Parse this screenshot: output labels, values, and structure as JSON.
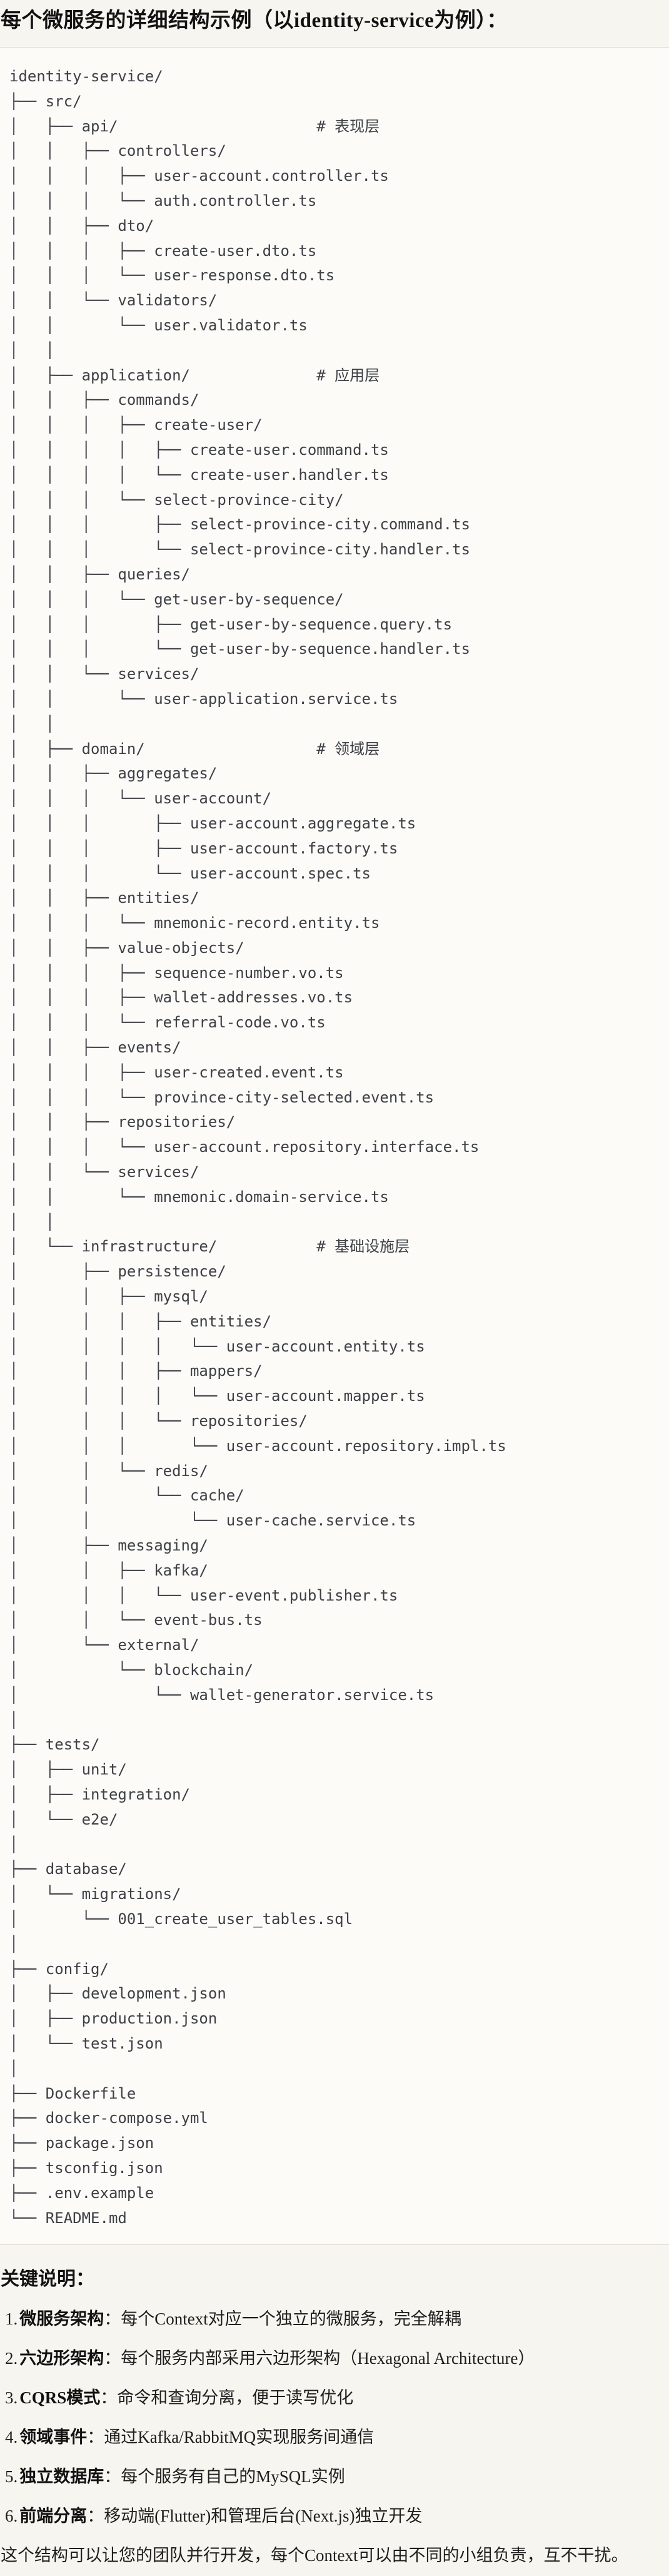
{
  "title": "每个微服务的详细结构示例（以identity-service为例）：",
  "colors": {
    "page_background": "#f7f5f0",
    "code_background": "#fcfbf8",
    "code_border": "#ddd9d2",
    "code_text": "#3d4045",
    "heading_text": "#121212"
  },
  "code": {
    "lines": [
      "identity-service/",
      "├── src/",
      "│   ├── api/                      # 表现层",
      "│   │   ├── controllers/",
      "│   │   │   ├── user-account.controller.ts",
      "│   │   │   └── auth.controller.ts",
      "│   │   ├── dto/",
      "│   │   │   ├── create-user.dto.ts",
      "│   │   │   └── user-response.dto.ts",
      "│   │   └── validators/",
      "│   │       └── user.validator.ts",
      "│   │",
      "│   ├── application/              # 应用层",
      "│   │   ├── commands/",
      "│   │   │   ├── create-user/",
      "│   │   │   │   ├── create-user.command.ts",
      "│   │   │   │   └── create-user.handler.ts",
      "│   │   │   └── select-province-city/",
      "│   │   │       ├── select-province-city.command.ts",
      "│   │   │       └── select-province-city.handler.ts",
      "│   │   ├── queries/",
      "│   │   │   └── get-user-by-sequence/",
      "│   │   │       ├── get-user-by-sequence.query.ts",
      "│   │   │       └── get-user-by-sequence.handler.ts",
      "│   │   └── services/",
      "│   │       └── user-application.service.ts",
      "│   │",
      "│   ├── domain/                   # 领域层",
      "│   │   ├── aggregates/",
      "│   │   │   └── user-account/",
      "│   │   │       ├── user-account.aggregate.ts",
      "│   │   │       ├── user-account.factory.ts",
      "│   │   │       └── user-account.spec.ts",
      "│   │   ├── entities/",
      "│   │   │   └── mnemonic-record.entity.ts",
      "│   │   ├── value-objects/",
      "│   │   │   ├── sequence-number.vo.ts",
      "│   │   │   ├── wallet-addresses.vo.ts",
      "│   │   │   └── referral-code.vo.ts",
      "│   │   ├── events/",
      "│   │   │   ├── user-created.event.ts",
      "│   │   │   └── province-city-selected.event.ts",
      "│   │   ├── repositories/",
      "│   │   │   └── user-account.repository.interface.ts",
      "│   │   └── services/",
      "│   │       └── mnemonic.domain-service.ts",
      "│   │",
      "│   └── infrastructure/           # 基础设施层",
      "│       ├── persistence/",
      "│       │   ├── mysql/",
      "│       │   │   ├── entities/",
      "│       │   │   │   └── user-account.entity.ts",
      "│       │   │   ├── mappers/",
      "│       │   │   │   └── user-account.mapper.ts",
      "│       │   │   └── repositories/",
      "│       │   │       └── user-account.repository.impl.ts",
      "│       │   └── redis/",
      "│       │       └── cache/",
      "│       │           └── user-cache.service.ts",
      "│       ├── messaging/",
      "│       │   ├── kafka/",
      "│       │   │   └── user-event.publisher.ts",
      "│       │   └── event-bus.ts",
      "│       └── external/",
      "│           └── blockchain/",
      "│               └── wallet-generator.service.ts",
      "│",
      "├── tests/",
      "│   ├── unit/",
      "│   ├── integration/",
      "│   └── e2e/",
      "│",
      "├── database/",
      "│   └── migrations/",
      "│       └── 001_create_user_tables.sql",
      "│",
      "├── config/",
      "│   ├── development.json",
      "│   ├── production.json",
      "│   └── test.json",
      "│",
      "├── Dockerfile",
      "├── docker-compose.yml",
      "├── package.json",
      "├── tsconfig.json",
      "├── .env.example",
      "└── README.md"
    ]
  },
  "notes": {
    "heading": "关键说明：",
    "items": [
      {
        "num": "1.",
        "label": "微服务架构",
        "text": "：每个Context对应一个独立的微服务，完全解耦"
      },
      {
        "num": "2.",
        "label": "六边形架构",
        "text": "：每个服务内部采用六边形架构（Hexagonal Architecture）"
      },
      {
        "num": "3.",
        "label": "CQRS模式",
        "text": "：命令和查询分离，便于读写优化"
      },
      {
        "num": "4.",
        "label": "领域事件",
        "text": "：通过Kafka/RabbitMQ实现服务间通信"
      },
      {
        "num": "5.",
        "label": "独立数据库",
        "text": "：每个服务有自己的MySQL实例"
      },
      {
        "num": "6.",
        "label": "前端分离",
        "text": "：移动端(Flutter)和管理后台(Next.js)独立开发"
      }
    ],
    "closing": "这个结构可以让您的团队并行开发，每个Context可以由不同的小组负责，互不干扰。"
  }
}
